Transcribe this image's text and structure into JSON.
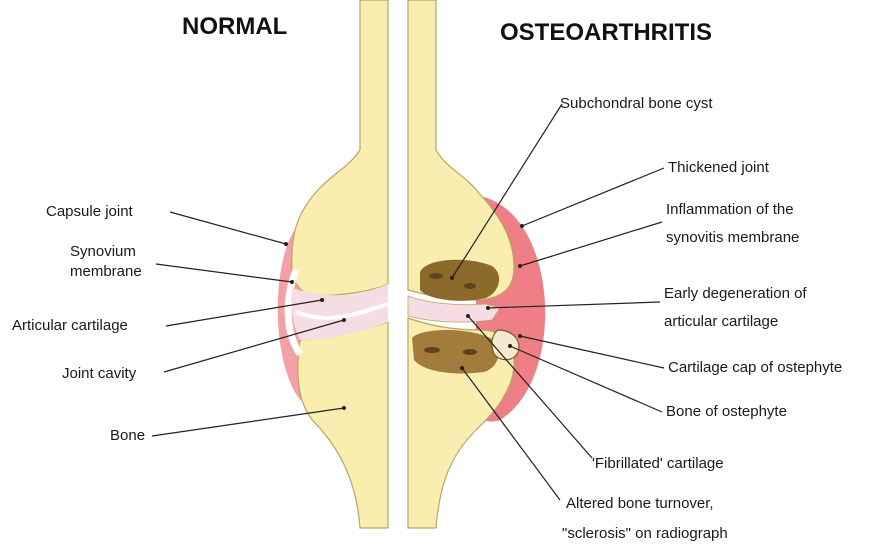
{
  "headings": {
    "normal": "NORMAL",
    "osteoarthritis": "OSTEOARTHRITIS"
  },
  "normal_labels": {
    "capsule_joint": "Capsule joint",
    "synovium_line1": "Synovium",
    "synovium_line2": "membrane",
    "articular_cartilage": "Articular cartilage",
    "joint_cavity": "Joint cavity",
    "bone": "Bone"
  },
  "oa_labels": {
    "subchondral_bone_cyst": "Subchondral bone cyst",
    "thickened_joint": "Thickened joint",
    "inflammation_line1": "Inflammation of the",
    "inflammation_line2": "synovitis membrane",
    "early_degeneration_line1": "Early degeneration of",
    "early_degeneration_line2": "articular cartilage",
    "cartilage_cap": "Cartilage cap of ostephyte",
    "bone_of_osteophyte": "Bone of ostephyte",
    "fibrillated_cartilage": "'Fibrillated' cartilage",
    "altered_bone_line1": "Altered bone turnover,",
    "altered_bone_line2": "\"sclerosis\" on radiograph"
  },
  "colors": {
    "bone": "#f9eeb0",
    "bone_outline": "#b9a565",
    "capsule_normal": "#f3a1a6",
    "capsule_inflamed": "#ef7e86",
    "cartilage": "#f6dde3",
    "cyst": "#8b6a2c",
    "sclerosis": "#a27c3a"
  }
}
